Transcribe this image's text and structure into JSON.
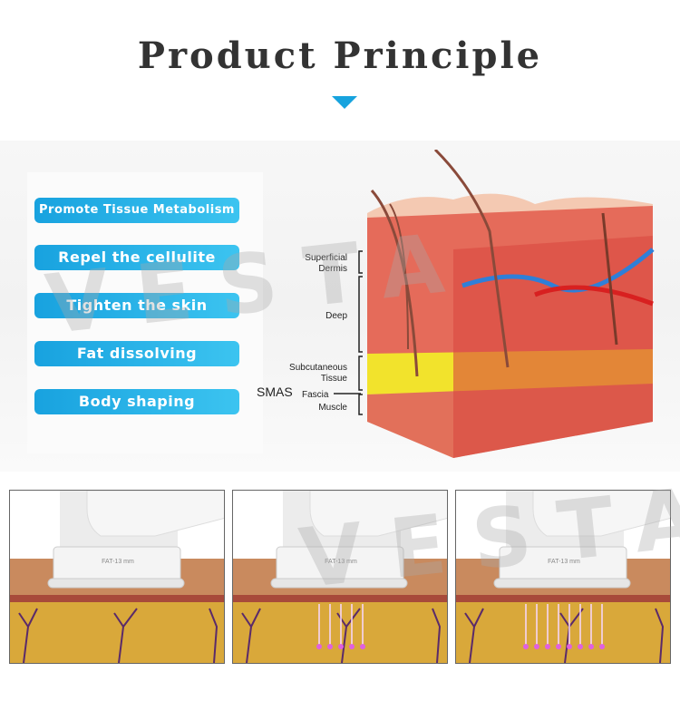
{
  "title": "Product Principle",
  "watermark": "VESTA",
  "benefits": [
    "Promote Tissue Metabolism",
    "Repel the cellulite",
    "Tighten the skin",
    "Fat dissolving",
    "Body shaping"
  ],
  "diagram_labels": {
    "superficial": "Superficial Dermis",
    "deep": "Deep",
    "subcutaneous": "Subcutaneous Tissue",
    "smas": "SMAS",
    "fascia": "Fascia",
    "muscle": "Muscle"
  },
  "panels": [
    {
      "label": "FAT-13 mm",
      "dots": 0
    },
    {
      "label": "FAT-13 mm",
      "dots": 5
    },
    {
      "label": "FAT-13 mm",
      "dots": 8
    }
  ],
  "colors": {
    "accent": "#17a3de",
    "dot": "#e060e0"
  }
}
